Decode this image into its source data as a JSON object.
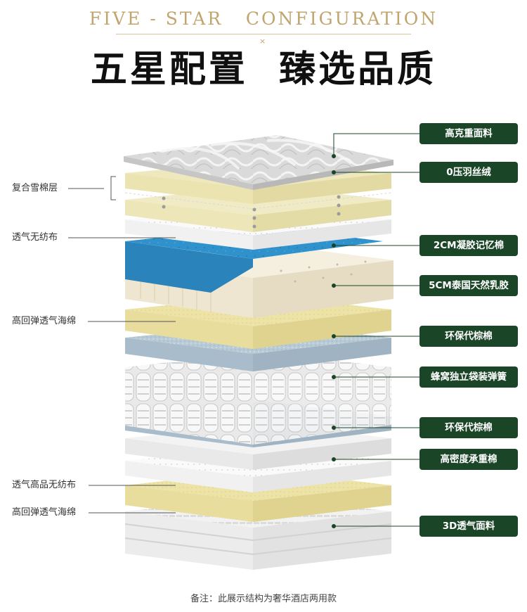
{
  "header": {
    "title_en": "FIVE - STAR   CONFIGURATION",
    "divider_mark": "×",
    "title_cn": "五星配置  臻选品质"
  },
  "layers_right": [
    "高克重面料",
    "0压羽丝绒",
    "2CM凝胶记忆棉",
    "5CM泰国天然乳胶",
    "环保代棕棉",
    "蜂窝独立袋装弹簧",
    "环保代棕棉",
    "高密度承重棉",
    "3D透气面料"
  ],
  "layers_left": [
    "复合雪棉层",
    "透气无纺布",
    "高回弹透气海绵",
    "透气高品无纺布",
    "高回弹透气海绵"
  ],
  "footnote": "备注：此展示结构为奢华酒店两用款",
  "colors": {
    "button_green": "#1b4527",
    "header_gold": "#c0a56e",
    "gel_blue": "#2d8ec8",
    "latex_cream": "#f1ead8",
    "sponge_yellow": "#ede3a6",
    "fiber_blue": "#b9cbd6"
  }
}
